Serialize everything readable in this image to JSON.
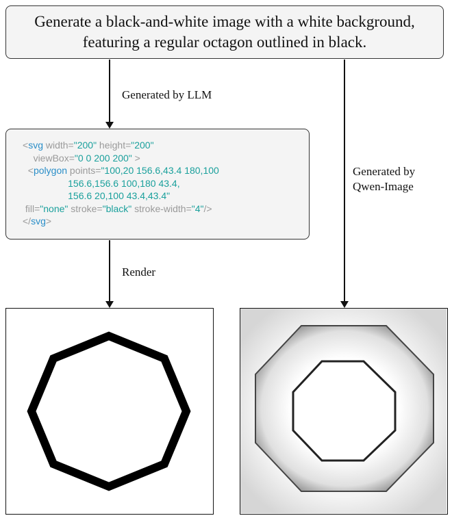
{
  "prompt": {
    "line1": "Generate a black-and-white image with a white background,",
    "line2": "featuring a regular octagon outlined in black."
  },
  "labels": {
    "llm": "Generated by LLM",
    "render": "Render",
    "qwen_line1": "Generated by",
    "qwen_line2": "Qwen-Image"
  },
  "code": {
    "l1_open": "<",
    "l1_tag": "svg",
    "l1_a1": " width=",
    "l1_v1": "\"200\"",
    "l1_a2": " height=",
    "l1_v2": "\"200\"",
    "l2_indent": "    ",
    "l2_a1": "viewBox=",
    "l2_v1": "\"0 0 200 200\"",
    "l2_close": " >",
    "l3_indent": "  <",
    "l3_tag": "polygon",
    "l3_a1": " points=",
    "l3_v1": "\"100,20 156.6,43.4 180,100",
    "l4_indent": "                 ",
    "l4_v": "156.6,156.6 100,180 43.4,",
    "l5_indent": "                 ",
    "l5_v": "156.6 20,100 43.4,43.4\"",
    "l6_a1": " fill=",
    "l6_v1": "\"none\"",
    "l6_a2": " stroke=",
    "l6_v2": "\"black\"",
    "l6_a3": " stroke-width=",
    "l6_v3": "\"4\"",
    "l6_close": "/>",
    "l7_open": "</",
    "l7_tag": "svg",
    "l7_close": ">"
  }
}
